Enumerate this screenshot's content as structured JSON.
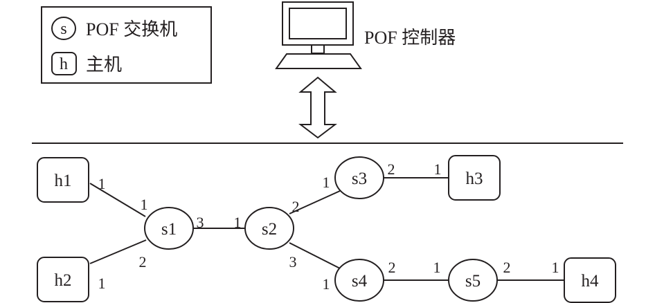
{
  "legend": {
    "switch_symbol": "s",
    "switch_label": "POF 交换机",
    "host_symbol": "h",
    "host_label": "主机"
  },
  "controller": {
    "label": "POF 控制器"
  },
  "nodes": [
    {
      "id": "h1",
      "kind": "host"
    },
    {
      "id": "h2",
      "kind": "host"
    },
    {
      "id": "h3",
      "kind": "host"
    },
    {
      "id": "h4",
      "kind": "host"
    },
    {
      "id": "s1",
      "kind": "switch"
    },
    {
      "id": "s2",
      "kind": "switch"
    },
    {
      "id": "s3",
      "kind": "switch"
    },
    {
      "id": "s4",
      "kind": "switch"
    },
    {
      "id": "s5",
      "kind": "switch"
    }
  ],
  "links": [
    {
      "from": "h1",
      "from_port": "1",
      "to": "s1",
      "to_port": "1"
    },
    {
      "from": "h2",
      "from_port": "1",
      "to": "s1",
      "to_port": "2"
    },
    {
      "from": "s1",
      "from_port": "3",
      "to": "s2",
      "to_port": "1"
    },
    {
      "from": "s2",
      "from_port": "2",
      "to": "s3",
      "to_port": "1"
    },
    {
      "from": "s2",
      "from_port": "3",
      "to": "s4",
      "to_port": "1"
    },
    {
      "from": "s3",
      "from_port": "2",
      "to": "h3",
      "to_port": "1"
    },
    {
      "from": "s4",
      "from_port": "2",
      "to": "s5",
      "to_port": "1"
    },
    {
      "from": "s5",
      "from_port": "2",
      "to": "h4",
      "to_port": "1"
    }
  ]
}
